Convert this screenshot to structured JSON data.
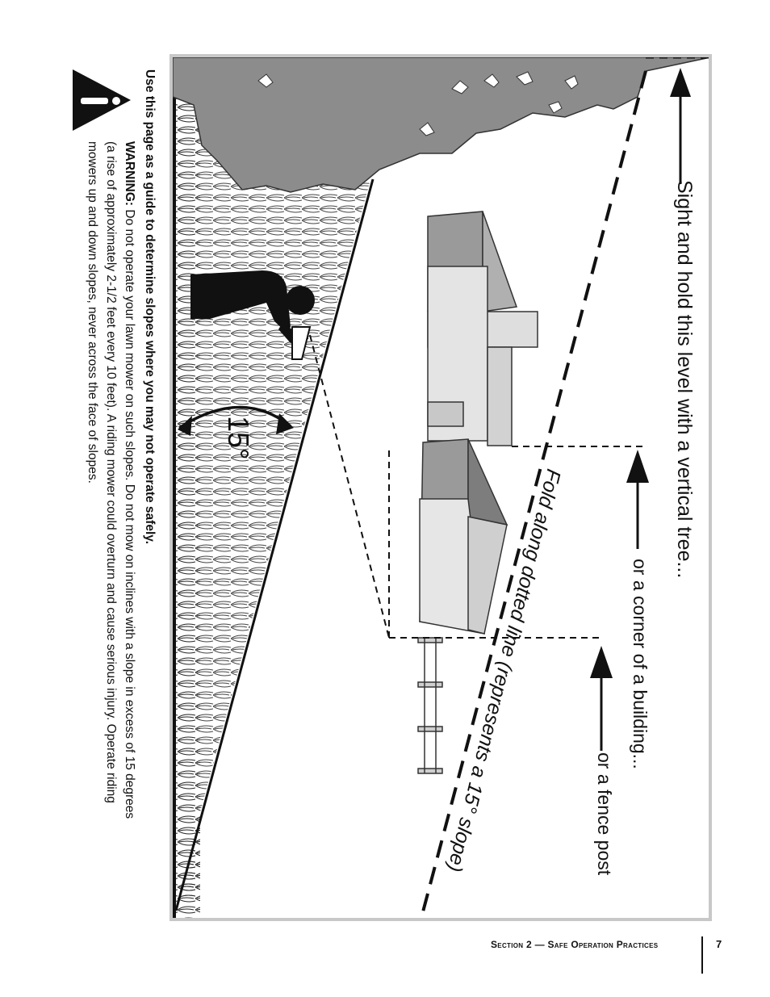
{
  "instruction": "Use this page as a guide to determine slopes where you may not operate safely.",
  "warning": {
    "label": "WARNING:",
    "line1": "Do not operate your lawn mower on such slopes. Do not mow on inclines with a slope in excess of 15 degrees",
    "line2": "(a rise of approximately 2-1/2 feet every 10 feet).  A riding mower could overturn and cause serious injury. Operate riding",
    "line3": "mowers up and down slopes, never across the face of slopes."
  },
  "figure": {
    "sight_label": "Sight and hold this level with a vertical tree...",
    "building_label": "or a corner of a building...",
    "fence_label": "or a fence post",
    "fold_label": "Fold along dotted line (represents a 15° slope)",
    "angle_label": "15°"
  },
  "colors": {
    "tree": "#8c8c8c",
    "roof": "#9a9a9a",
    "wall": "#dedede",
    "frame": "#c8c8c8"
  },
  "icons": [
    "warning-triangle-icon",
    "tree-silhouette",
    "house-illustration",
    "person-silhouette",
    "fence-illustration",
    "arrow-icon"
  ],
  "footer": {
    "section": "Section 2 — Safe Operation Practices",
    "page": "7"
  }
}
